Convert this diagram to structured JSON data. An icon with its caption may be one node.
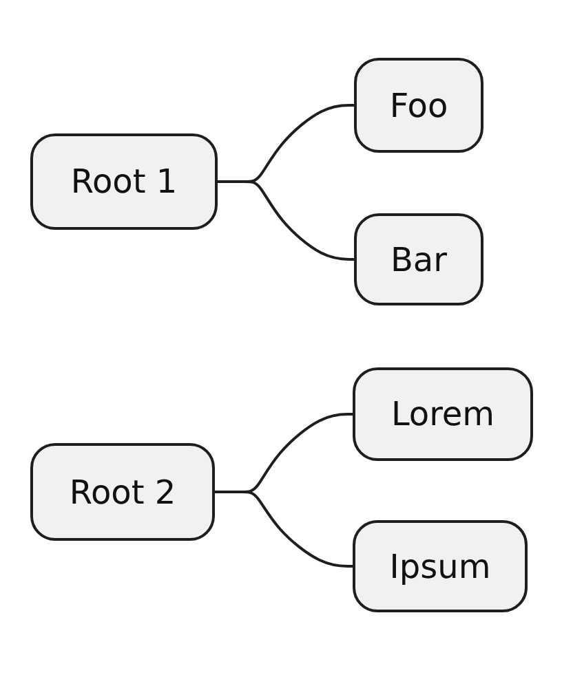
{
  "diagram": {
    "nodes": [
      {
        "text": [
          "Root 1"
        ]
      },
      {
        "text": [
          "Foo"
        ]
      },
      {
        "text": [
          "Bar"
        ]
      },
      {
        "text": [
          "Root 2"
        ]
      },
      {
        "text": [
          "Lorem"
        ]
      },
      {
        "text": [
          "Ipsum"
        ]
      }
    ],
    "edges": [
      {
        "from": 0,
        "to": 1,
        "arrow": "none"
      },
      {
        "from": 0,
        "to": 2,
        "arrow": "none"
      },
      {
        "from": 3,
        "to": 4,
        "arrow": "none"
      },
      {
        "from": 3,
        "to": 5,
        "arrow": "none"
      }
    ]
  }
}
